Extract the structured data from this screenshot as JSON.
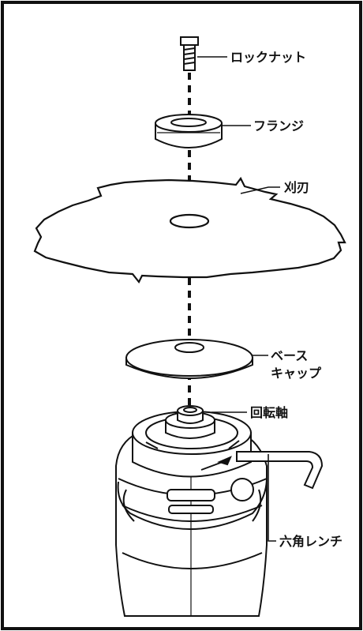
{
  "labels": {
    "lock_nut": "ロックナット",
    "flange": "フランジ",
    "blade": "刈刃",
    "base_cap_line1": "ベース",
    "base_cap_line2": "キャップ",
    "rotation_shaft": "回転軸",
    "hex_wrench": "六角レンチ"
  },
  "colors": {
    "line": "#111111",
    "background": "#ffffff"
  }
}
